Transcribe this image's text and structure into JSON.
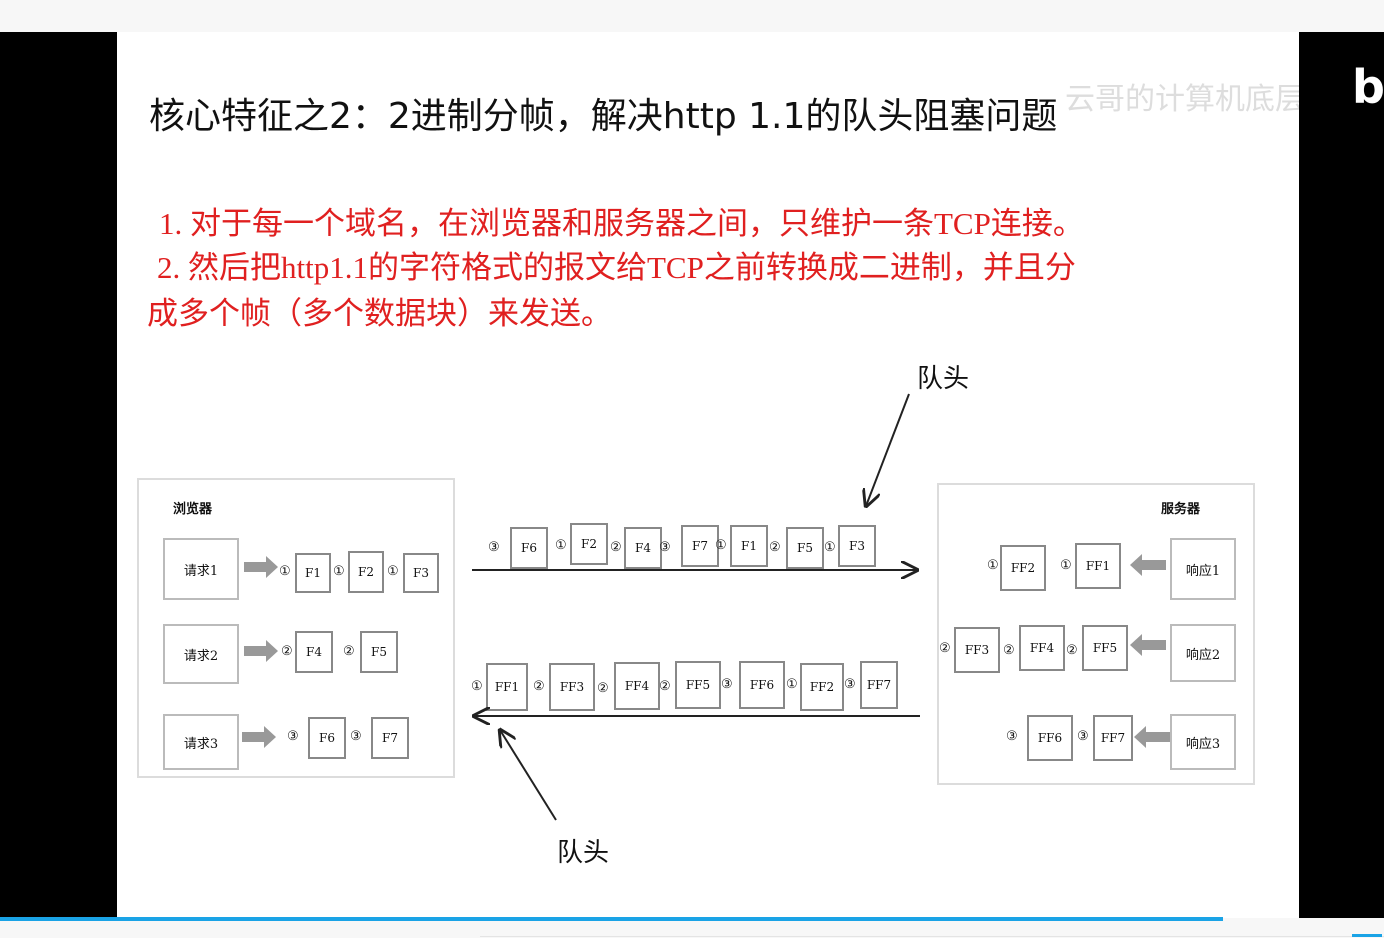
{
  "slide": {
    "title": "核心特征之2：2进制分帧，解决http 1.1的队头阻塞问题",
    "watermark": "云哥的计算机底层课",
    "point1": "1. 对于每一个域名，在浏览器和服务器之间，只维护一条TCP连接。",
    "point2a": "2. 然后把http1.1的字符格式的报文给TCP之前转换成二进制，并且分",
    "point2b": "成多个帧（多个数据块）来发送。"
  },
  "diagram": {
    "browser_label": "浏览器",
    "server_label": "服务器",
    "head_label_top": "队头",
    "head_label_bottom": "队头",
    "requests": [
      "请求1",
      "请求2",
      "请求3"
    ],
    "responses": [
      "响应1",
      "响应2",
      "响应3"
    ],
    "browser_rows": [
      [
        {
          "n": "①",
          "f": "F1"
        },
        {
          "n": "①",
          "f": "F2"
        },
        {
          "n": "①",
          "f": "F3"
        }
      ],
      [
        {
          "n": "②",
          "f": "F4"
        },
        {
          "n": "②",
          "f": "F5"
        }
      ],
      [
        {
          "n": "③",
          "f": "F6"
        },
        {
          "n": "③",
          "f": "F7"
        }
      ]
    ],
    "stream_top": [
      {
        "n": "③",
        "f": "F6"
      },
      {
        "n": "①",
        "f": "F2"
      },
      {
        "n": "②",
        "f": "F4"
      },
      {
        "n": "③",
        "f": "F7"
      },
      {
        "n": "①",
        "f": "F1"
      },
      {
        "n": "②",
        "f": "F5"
      },
      {
        "n": "①",
        "f": "F3"
      }
    ],
    "stream_bottom": [
      {
        "n": "①",
        "f": "FF1"
      },
      {
        "n": "②",
        "f": "FF3"
      },
      {
        "n": "②",
        "f": "FF4"
      },
      {
        "n": "②",
        "f": "FF5"
      },
      {
        "n": "③",
        "f": "FF6"
      },
      {
        "n": "①",
        "f": "FF2"
      },
      {
        "n": "③",
        "f": "FF7"
      }
    ],
    "server_rows": [
      [
        {
          "n": "①",
          "f": "FF2"
        },
        {
          "n": "①",
          "f": "FF1"
        }
      ],
      [
        {
          "n": "②",
          "f": "FF3"
        },
        {
          "n": "②",
          "f": "FF4"
        },
        {
          "n": "②",
          "f": "FF5"
        }
      ],
      [
        {
          "n": "③",
          "f": "FF6"
        },
        {
          "n": "③",
          "f": "FF7"
        }
      ]
    ]
  },
  "player": {
    "progress_fraction": 0.884,
    "logo": "b"
  }
}
